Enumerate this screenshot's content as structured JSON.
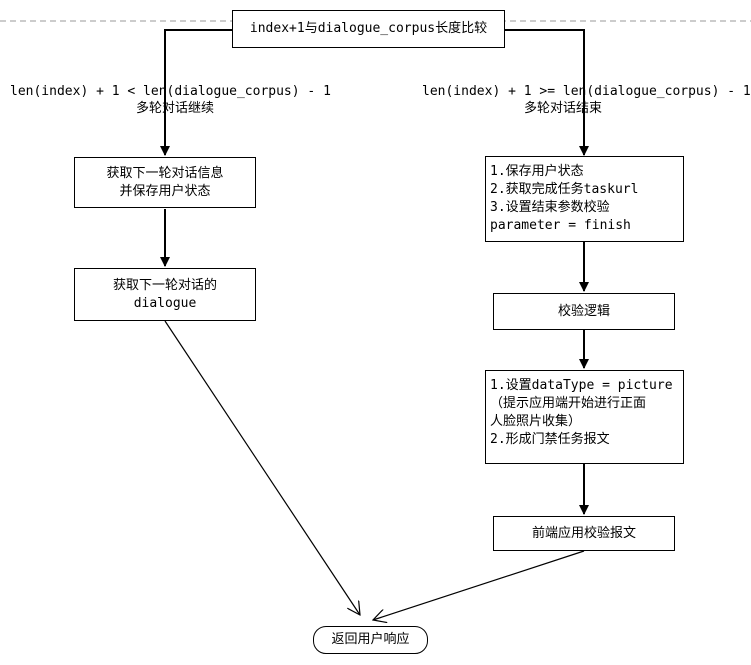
{
  "nodes": {
    "compare": {
      "text": "index+1与dialogue_corpus长度比较"
    },
    "get_next_save": {
      "lines": [
        "获取下一轮对话信息",
        "并保存用户状态"
      ]
    },
    "get_next_dialogue": {
      "lines": [
        "获取下一轮对话的",
        "dialogue"
      ]
    },
    "end_steps": {
      "lines": [
        "1.保存用户状态",
        "2.获取完成任务taskurl",
        "3.设置结束参数校验",
        "parameter = finish"
      ]
    },
    "verify_logic": {
      "text": "校验逻辑"
    },
    "set_datatype": {
      "lines": [
        "1.设置dataType = picture",
        "（提示应用端开始进行正面",
        "人脸照片收集）",
        "2.形成门禁任务报文"
      ]
    },
    "frontend_verify": {
      "text": "前端应用校验报文"
    },
    "return_response": {
      "text": "返回用户响应"
    }
  },
  "edges": {
    "continue_condition": "len(index) + 1 < len(dialogue_corpus) - 1",
    "continue_label": "多轮对话继续",
    "end_condition": "len(index) + 1 >= len(dialogue_corpus) - 1",
    "end_label": "多轮对话结束"
  }
}
